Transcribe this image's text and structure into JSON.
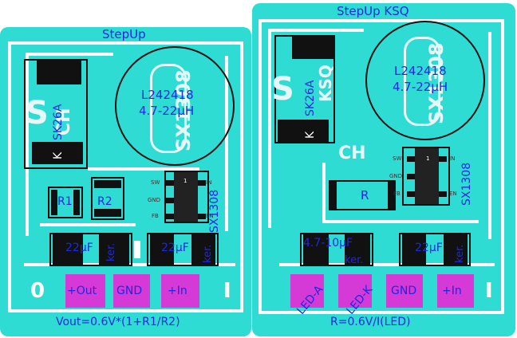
{
  "left_board": {
    "title": "StepUp",
    "inductor": {
      "part": "L242418",
      "value": "4.7-22µH",
      "ghost_text": "SX1308"
    },
    "diode": {
      "part": "SK26A",
      "letter": "K",
      "ghost_text": "CH"
    },
    "resistors": [
      "R1",
      "R2"
    ],
    "ic": {
      "part": "SX1308",
      "pins_left": [
        "SW",
        "GND",
        "FB"
      ],
      "pins_right": [
        "IN",
        "",
        "EN"
      ],
      "pin1": "1"
    },
    "caps": [
      {
        "value": "22µF",
        "type": "ker."
      },
      {
        "value": "22µF",
        "type": "ker."
      }
    ],
    "connectors": [
      "+Out",
      "GND",
      "+In"
    ],
    "corner_marks": [
      "0",
      "I"
    ],
    "formula": "Vout=0.6V*(1+R1/R2)"
  },
  "right_board": {
    "title": "StepUp KSQ",
    "inductor": {
      "part": "L242418",
      "value": "4.7-22µH",
      "ghost_text": "SX1308"
    },
    "diode": {
      "part": "SK26A",
      "letter": "K",
      "ghost_text": "KSQ"
    },
    "ghost_ch": "CH",
    "resistor": "R",
    "ic": {
      "part": "SX1308",
      "pins_left": [
        "SW",
        "GND",
        "FB"
      ],
      "pins_right": [
        "IN",
        "",
        "EN"
      ],
      "pin1": "1"
    },
    "caps": [
      {
        "value": "4.7-10µF",
        "type": "ker."
      },
      {
        "value": "22µF",
        "type": "ker."
      }
    ],
    "connectors": [
      "LED-A",
      "LED-K",
      "GND",
      "+In"
    ],
    "corner_marks": [
      "I"
    ],
    "formula": "R=0.6V/I(LED)"
  },
  "colors": {
    "board": "#2fdcd4",
    "text": "#1c29e0",
    "pad": "#111111",
    "connector": "#d63ad6",
    "silk": "#ffffff"
  }
}
